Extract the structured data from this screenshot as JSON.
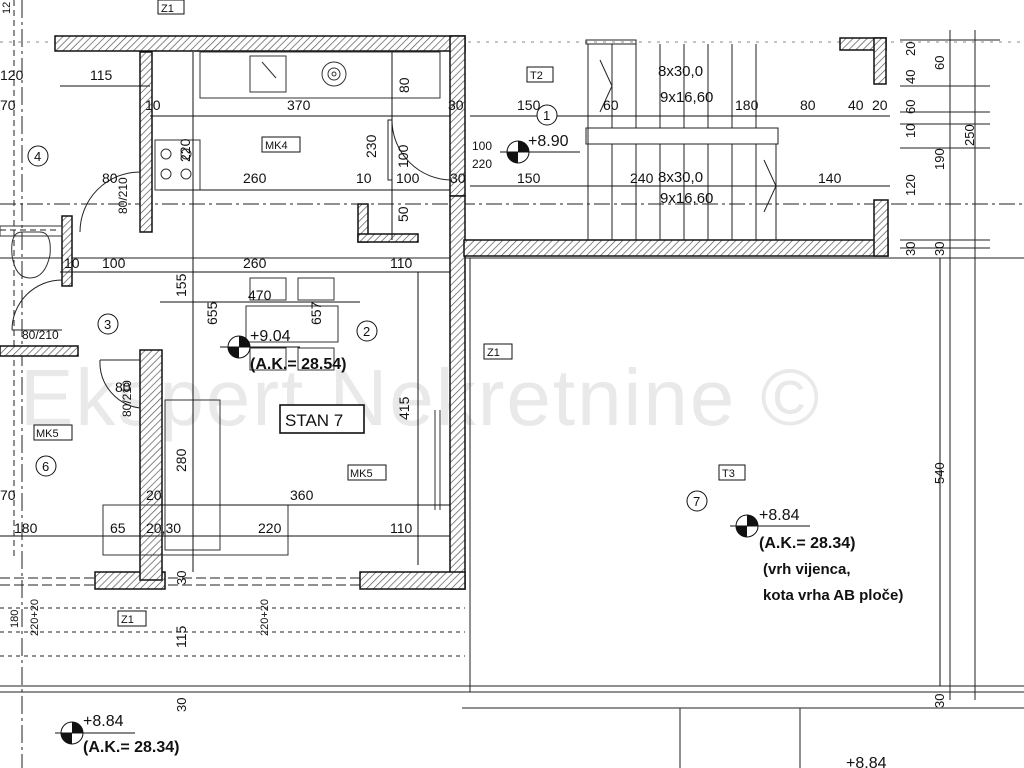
{
  "watermark": "Ekspert Nekretnine ©",
  "apartment": "STAN 7",
  "zones": {
    "z1_top": "Z1",
    "z1_right": "Z1",
    "z1_bottom": "Z1"
  },
  "materials": {
    "mk4": "MK4",
    "mk5_left": "MK5",
    "mk5_main": "MK5",
    "t2": "T2",
    "t3": "T3"
  },
  "rooms": {
    "r1": "1",
    "r2": "2",
    "r3": "3",
    "r4": "4",
    "r6": "6",
    "r7": "7"
  },
  "stairs": {
    "flight1_a": "8x30,0",
    "flight1_b": "9x16,60",
    "flight2_a": "8x30,0",
    "flight2_b": "9x16,60"
  },
  "levels": {
    "stair": "+8.90",
    "living": "+9.04",
    "living_ak": "(A.K.= 28.54)",
    "terrace": "+8.84",
    "terrace_ak": "(A.K.= 28.34)",
    "terrace_note1": "(vrh vijenca,",
    "terrace_note2": "kota vrha AB ploče)",
    "bottom": "+8.84",
    "bottom_ak": "(A.K.= 28.34)",
    "bottom_right": "+8.84"
  },
  "doors": {
    "d1": "80/210",
    "d2": "80/210",
    "d3": "80/210",
    "d4": "100",
    "d5": "220"
  },
  "dims": {
    "d120a": "120",
    "d115": "115",
    "d370a": "70",
    "d370": "370",
    "d80a": "80",
    "d220a": "220",
    "d230": "230",
    "d100a": "100",
    "d260a": "260",
    "d10a": "10",
    "d100b": "100",
    "d30a": "30",
    "d50": "50",
    "d150a": "150",
    "d150b": "150",
    "d60a": "60",
    "d180": "180",
    "d80b": "80",
    "d40a": "40",
    "d20a": "20",
    "d240": "240",
    "d140": "140",
    "d100c": "100",
    "d260b": "260",
    "d110a": "110",
    "d155": "155",
    "d470": "470",
    "d655": "655",
    "d657": "657",
    "d10b": "10",
    "d10c": "10",
    "d80c": "80",
    "d80d": "80",
    "d415": "415",
    "d280": "280",
    "d20b": "20",
    "d360": "360",
    "d180b": "180",
    "d65": "65",
    "d2030": "20,30",
    "d220b": "220",
    "d110b": "110",
    "d70b": "70",
    "d30b": "30",
    "d115b": "115",
    "d180c": "180",
    "d220_20a": "220+20",
    "d220_20b": "220+20",
    "d30c": "30",
    "r20": "20",
    "r40": "40",
    "r60a": "60",
    "r60b": "60",
    "r10": "10",
    "r190": "190",
    "r250": "250",
    "r120": "120",
    "r30a": "30",
    "r30b": "30",
    "r540": "540",
    "r30c": "30",
    "d10d": "10",
    "d20c": "20",
    "d70a": "70",
    "d12": "12"
  }
}
